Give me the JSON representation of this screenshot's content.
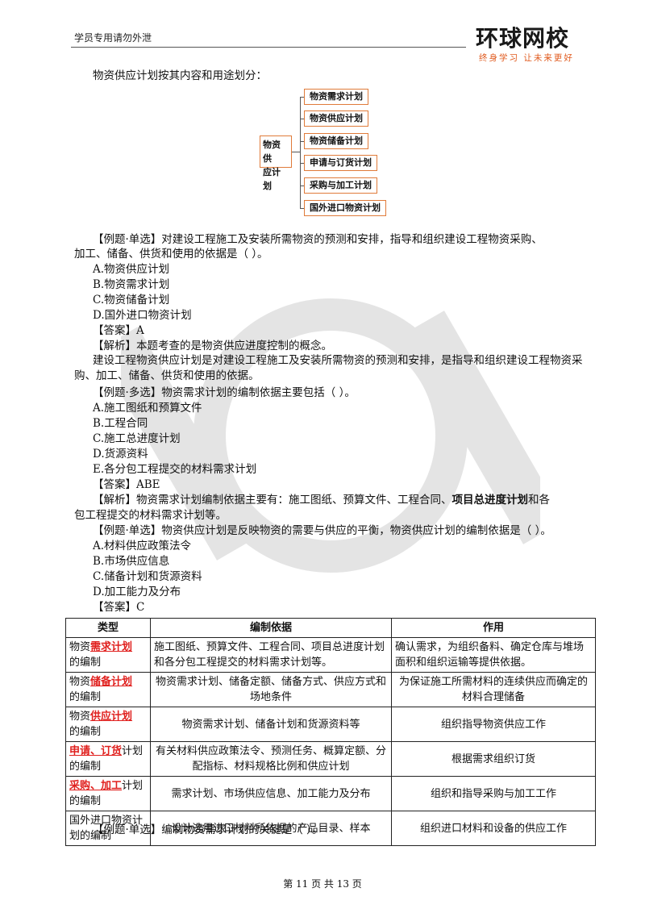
{
  "header": {
    "left_text": "学员专用请勿外泄",
    "logo_main": "环球网校",
    "logo_sub": "终身学习 让未来更好"
  },
  "intro": "物资供应计划按其内容和用途划分：",
  "tree": {
    "root": "物资供应计划",
    "root_lines": [
      "物资供",
      "应计划"
    ],
    "nodes": [
      "物资需求计划",
      "物资供应计划",
      "物资储备计划",
      "申请与订货计划",
      "采购与加工计划",
      "国外进口物资计划"
    ]
  },
  "q1": {
    "stem_l1": "【例题·单选】对建设工程施工及安装所需物资的预测和安排，指导和组织建设工程物资采购、",
    "stem_l2": "加工、储备、供货和使用的依据是（   ）。",
    "options": [
      "A.物资供应计划",
      "B.物资需求计划",
      "C.物资储备计划",
      "D.国外进口物资计划"
    ],
    "answer": "【答案】A",
    "analysis": "【解析】本题考查的是物资供应进度控制的概念。",
    "para": "建设工程物资供应计划是对建设工程施工及安装所需物资的预测和安排，是指导和组织建设工程物资采购、加工、储备、供货和使用的依据。"
  },
  "q2": {
    "stem": "【例题·多选】物资需求计划的编制依据主要包括（   ）。",
    "options": [
      "A.施工图纸和预算文件",
      "B.工程合同",
      "C.施工总进度计划",
      "D.货源资料",
      "E.各分包工程提交的材料需求计划"
    ],
    "answer": "【答案】ABE",
    "analysis_pre": "【解析】物资需求计划编制依据主要有：施工图纸、预算文件、工程合同、",
    "analysis_bold": "项目总进度计划",
    "analysis_post": "和各",
    "analysis_l2": "包工程提交的材料需求计划等。"
  },
  "q3": {
    "stem": "【例题·单选】物资供应计划是反映物资的需要与供应的平衡，物资供应计划的编制依据是（   ）。",
    "options": [
      "A.材料供应政策法令",
      "B.市场供应信息",
      "C.储备计划和货源资料",
      "D.加工能力及分布"
    ],
    "answer": "【答案】C"
  },
  "table": {
    "headers": [
      "类型",
      "编制依据",
      "作用"
    ],
    "rows": [
      {
        "pre": "物资",
        "hl": "需求计划",
        "post": "的编制",
        "basis": "施工图纸、预算文件、工程合同、项目总进度计划和各分包工程提交的材料需求计划等。",
        "use": "确认需求，为组织备料、确定仓库与堆场面积和组织运输等提供依据。"
      },
      {
        "pre": "物资",
        "hl": "储备计划",
        "post": "的编制",
        "basis": "物资需求计划、储备定额、储备方式、供应方式和场地条件",
        "use": "为保证施工所需材料的连续供应而确定的材料合理储备"
      },
      {
        "pre": "物资",
        "hl": "供应计划",
        "post": "的编制",
        "basis": "物资需求计划、储备计划和货源资料等",
        "use": "组织指导物资供应工作"
      },
      {
        "pre": "",
        "hl": "申请、订货",
        "post": "计划的编制",
        "basis": "有关材料供应政策法令、预测任务、概算定额、分配指标、材料规格比例和供应计划",
        "use": "根据需求组织订货"
      },
      {
        "pre": "",
        "hl": "采购、加工",
        "post": "计划的编制",
        "basis": "需求计划、市场供应信息、加工能力及分布",
        "use": "组织和指导采购与加工工作"
      },
      {
        "pre": "国外进口物资计划的编制",
        "hl": "",
        "post": "",
        "basis": "设计选用进口材料所依据的产品目录、样本",
        "use": "组织进口材料和设备的供应工作"
      }
    ]
  },
  "q4": {
    "stem": "【例题·单选】编制物资需求计划的关键是（   ）。"
  },
  "footer": "第 11 页 共 13 页"
}
